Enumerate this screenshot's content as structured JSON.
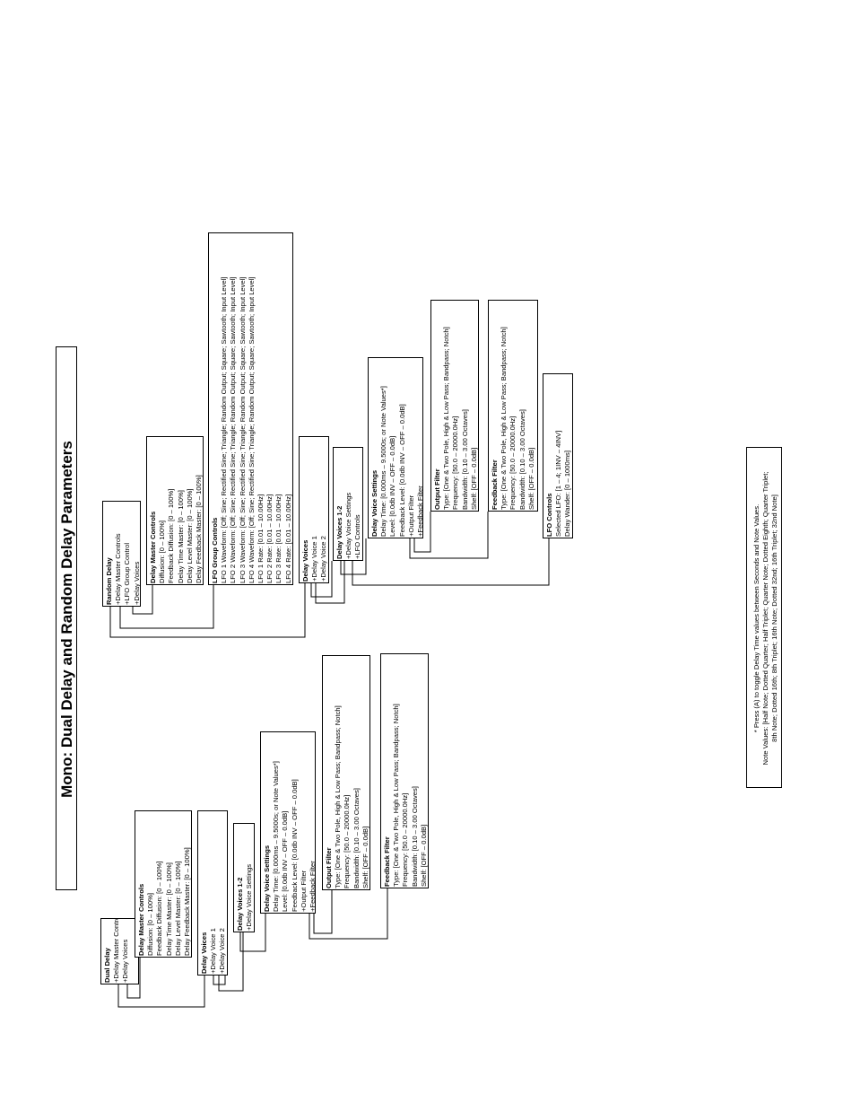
{
  "title": "Mono: Dual Delay and Random Delay Parameters",
  "dual_delay": {
    "root": {
      "title": "Dual Delay",
      "items": [
        "+Delay Master Controls",
        "+Delay Voices"
      ]
    },
    "master": {
      "title": "Delay Master Controls",
      "items": [
        "Diffusion: [0 – 100%]",
        "Feedback Diffusion: [0 – 100%]",
        "Delay Time Master: [0 – 100%]",
        "Delay Level Master: [0 – 100%]",
        "Delay Feedback Master: [0 – 100%]"
      ]
    },
    "voices": {
      "title": "Delay Voices",
      "items": [
        "+Delay Voice 1",
        "+Delay Voice 2"
      ]
    },
    "voices12": {
      "title": "Delay Voices 1-2",
      "items": [
        "+Delay Voice Settings"
      ]
    },
    "settings": {
      "title": "Delay Voice Settings",
      "items": [
        "Delay Time: [0.000ms – 9.5000s; or Note Values*]",
        "Level: [0.0db INV – OFF – 0.0dB]",
        "Feedback Level: [0.0db INV – OFF – 0.0dB]",
        "+Output Filter",
        "+Feedback Filter"
      ]
    },
    "output_filter": {
      "title": "Output Filter",
      "items": [
        "Type: [One & Two Pole, High & Low Pass; Bandpass; Notch]",
        "Frequency: [50.0 – 20000.0Hz]",
        "Bandwidth: [0.10 – 3.00 Octaves]",
        "Shelf: [OFF – 0.0dB]"
      ]
    },
    "feedback_filter": {
      "title": "Feedback Filter",
      "items": [
        "Type: [One & Two Pole, High & Low Pass; Bandpass; Notch]",
        "Frequency: [50.0 – 20000.0Hz]",
        "Bandwidth: [0.10 – 3.00 Octaves]",
        "Shelf: [OFF – 0.0dB]"
      ]
    }
  },
  "random_delay": {
    "root": {
      "title": "Random Delay",
      "items": [
        "+Delay Master Controls",
        "+LFO Group Control",
        "+Delay Voices"
      ]
    },
    "master": {
      "title": "Delay Master Controls",
      "items": [
        "Diffusion: [0 – 100%]",
        "Feedback Diffusion: [0 – 100%]",
        "Delay Time Master: [0 – 100%]",
        "Delay Level Master: [0 – 100%]",
        "Delay Feedback Master: [0 – 100%]"
      ]
    },
    "lfo_group": {
      "title": "LFO Group Controls",
      "items": [
        "LFO 1 Waveform: [Off; Sine; Rectified Sine; Triangle; Random Output; Square; Sawtooth; Input Level]",
        "LFO 2 Waveform: [Off; Sine; Rectified Sine; Triangle; Random Output; Square; Sawtooth; Input Level]",
        "LFO 3 Waveform: [Off; Sine; Rectified Sine; Triangle; Random Output; Square; Sawtooth; Input Level]",
        "LFO 4 Waveform: [Off; Sine; Rectified Sine; Triangle; Random Output; Square; Sawtooth; Input Level]",
        "LFO 1 Rate: [0.01 – 10.00Hz]",
        "LFO 2 Rate: [0.01 – 10.00Hz]",
        "LFO 3 Rate: [0.01 – 10.00Hz]",
        "LFO 4 Rate: [0.01 – 10.00Hz]"
      ]
    },
    "voices": {
      "title": "Delay Voices",
      "items": [
        "+Delay Voice 1",
        "+Delay Voice 2"
      ]
    },
    "voices12": {
      "title": "Delay Voices 1-2",
      "items": [
        "+Delay Voice Settings",
        "+LFO Controls"
      ]
    },
    "settings": {
      "title": "Delay Voice Settings",
      "items": [
        "Delay Time: [0.000ms – 9.5000s; or Note Values*]",
        "Level: [0.0db INV – OFF – 0.0dB]",
        "Feedback Level: [0.0db INV – OFF – 0.0dB]",
        "+Output Filter",
        "+Feedback Filter"
      ]
    },
    "output_filter": {
      "title": "Output Filter",
      "items": [
        "Type: [One & Two Pole, High & Low Pass; Bandpass; Notch]",
        "Frequency: [50.0 – 20000.0Hz]",
        "Bandwidth: [0.10 – 3.00 Octaves]",
        "Shelf: [OFF – 0.0dB]"
      ]
    },
    "feedback_filter": {
      "title": "Feedback Filter",
      "items": [
        "Type: [One & Two Pole, High & Low Pass; Bandpass; Notch]",
        "Frequency: [50.0 – 20000.0Hz]",
        "Bandwidth: [0.10 – 3.00 Octaves]",
        "Shelf: [OFF – 0.0dB]"
      ]
    },
    "lfo_controls": {
      "title": "LFO Controls",
      "items": [
        "Selected LFO: [1 – 4; 1INV – 4INV]",
        "Delay Wander: [0 – 1000ms]"
      ]
    }
  },
  "note": [
    "* Press (A) to toggle Delay Time values between Seconds and Note Values.",
    "Note Values: [Half Note; Dotted Quarter; Half Triplet; Quarter Note; Dotted Eighth; Quarter Triplet;",
    "8th Note; Dotted 16th; 8th Triplet; 16th Note; Dotted 32nd; 16th Triplet; 32nd Note]"
  ]
}
